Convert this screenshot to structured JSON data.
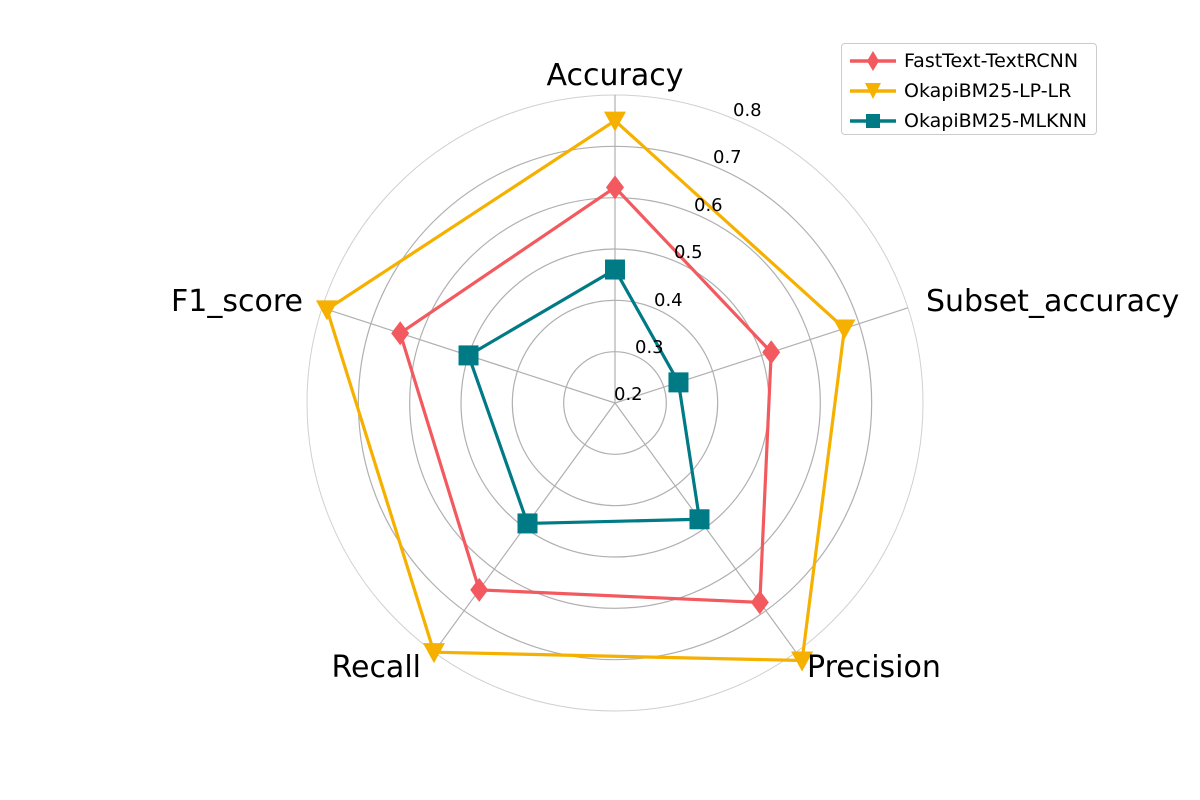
{
  "chart_data": {
    "type": "radar",
    "axes": [
      "Accuracy",
      "Subset_accuracy",
      "Precision",
      "Recall",
      "F1_score"
    ],
    "rlim": [
      0.2,
      0.8
    ],
    "rticks": [
      "0.2",
      "0.3",
      "0.4",
      "0.5",
      "0.6",
      "0.7",
      "0.8"
    ],
    "grid": true,
    "legend_position": "top-right",
    "series": [
      {
        "name": "FastText-TextRCNN",
        "color": "#f25a5f",
        "marker": "diamond",
        "values": [
          0.62,
          0.52,
          0.68,
          0.65,
          0.64
        ]
      },
      {
        "name": "OkapiBM25-LP-LR",
        "color": "#f5b000",
        "marker": "triangle-down",
        "values": [
          0.75,
          0.67,
          0.82,
          0.8,
          0.79
        ]
      },
      {
        "name": "OkapiBM25-MLKNN",
        "color": "#007a84",
        "marker": "square",
        "values": [
          0.46,
          0.33,
          0.48,
          0.49,
          0.5
        ]
      }
    ]
  }
}
